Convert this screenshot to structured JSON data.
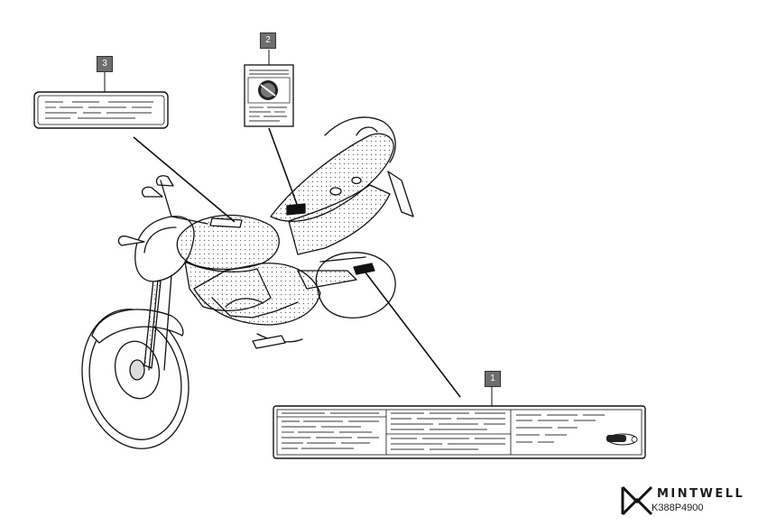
{
  "callouts": [
    {
      "label": "1"
    },
    {
      "label": "2"
    },
    {
      "label": "3"
    }
  ],
  "brand": {
    "name": "MINTWELL",
    "code": "K388P4900"
  }
}
